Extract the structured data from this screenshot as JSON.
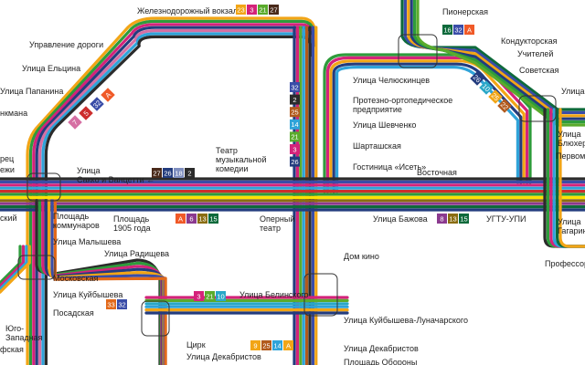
{
  "colors": {
    "line_1": "#2b2b2b",
    "line_2": "#2e9c3b",
    "line_3": "#d4237a",
    "line_5": "#f2a516",
    "line_6": "#8b3a8f",
    "line_7": "#cc2e2e",
    "line_10": "#2aa7c7",
    "line_13": "#8a6d12",
    "line_14": "#2fa3d9",
    "line_15": "#0e6a3b",
    "line_18": "#7f8fbf",
    "line_21": "#5aab2c",
    "line_22": "#1a5a8a",
    "line_25": "#b25a1c",
    "line_26": "#233c7e",
    "line_27": "#4a2a1a",
    "line_32": "#3a4da8",
    "line_33": "#e36a1b",
    "line_A": "#f05a28",
    "line_7_route": "#d66fa3",
    "line_W": "#ffe200"
  },
  "stops": [
    {
      "id": "zheleznodorozhny",
      "label": "Железнодорожный вокзал"
    },
    {
      "id": "pionerskaya",
      "label": "Пионерская"
    },
    {
      "id": "konduktorskaya",
      "label": "Кондукторская"
    },
    {
      "id": "uchiteley",
      "label": "Учителей"
    },
    {
      "id": "sovetskaya",
      "label": "Советская"
    },
    {
      "id": "upravlenie",
      "label": "Управление дороги"
    },
    {
      "id": "eltsina",
      "label": "Улица Ельцина"
    },
    {
      "id": "papanina",
      "label": "Улица Папанина"
    },
    {
      "id": "chelyuskintsev",
      "label": "Улица Челюскинцев"
    },
    {
      "id": "protezno",
      "label": "Протезно-ортопедическое предприятие"
    },
    {
      "id": "shevchenko",
      "label": "Улица Шевченко"
    },
    {
      "id": "shartashskaya",
      "label": "Шарташская"
    },
    {
      "id": "gostinitsa",
      "label": "Гостиница «Исеть»"
    },
    {
      "id": "sakko",
      "label": "Улица Сакко и Ванцетти ←"
    },
    {
      "id": "teatr",
      "label": "Театр музыкальной комедии"
    },
    {
      "id": "ploshchad_kom",
      "label": "Площадь коммунаров"
    },
    {
      "id": "ploshchad1905",
      "label": "Площадь 1905 года"
    },
    {
      "id": "operny",
      "label": "Оперный театр"
    },
    {
      "id": "bazhova",
      "label": "Улица Бажова"
    },
    {
      "id": "vostochnaya",
      "label": "Восточная"
    },
    {
      "id": "ugtu",
      "label": "УГТУ-УПИ"
    },
    {
      "id": "malysheva",
      "label": "Улица Малышева"
    },
    {
      "id": "radishcheva",
      "label": "Улица Радищева"
    },
    {
      "id": "dom_kino",
      "label": "Дом кино"
    },
    {
      "id": "moskovskaya",
      "label": "Московская"
    },
    {
      "id": "kuybysheva",
      "label": "Улица Куйбышева"
    },
    {
      "id": "posadskaya",
      "label": "Посадская"
    },
    {
      "id": "belinskogo",
      "label": "Улица Белинского"
    },
    {
      "id": "kuyb_lunach",
      "label": "Улица Куйбышева-Луначарского"
    },
    {
      "id": "tsirk",
      "label": "Цирк"
    },
    {
      "id": "dekabristov_l",
      "label": "Улица Декабристов"
    },
    {
      "id": "dekabristov_r",
      "label": "Улица Декабристов"
    },
    {
      "id": "blyukhera",
      "label": "Улица Блюхера"
    },
    {
      "id": "pervomayskaya",
      "label": "Первомайская"
    },
    {
      "id": "gagarina",
      "label": "Улица Гагарина"
    },
    {
      "id": "professorskaya",
      "label": "Профессорская"
    },
    {
      "id": "yugo_zapadnaya",
      "label": "Юго-Западная"
    },
    {
      "id": "ulitsa_edge",
      "label": "Улица"
    },
    {
      "id": "inkmana",
      "label": "нкмана"
    },
    {
      "id": "rets",
      "label": "рец"
    },
    {
      "id": "ezhi",
      "label": "ежи"
    },
    {
      "id": "skiy",
      "label": "ский"
    },
    {
      "id": "fskaya",
      "label": "фская"
    },
    {
      "id": "ploshchad_oborony",
      "label": "Площадь Обороны"
    }
  ],
  "badges": [
    {
      "id": "b_vokzal",
      "items": [
        {
          "t": "23",
          "c": "#f2a516"
        },
        {
          "t": "3",
          "c": "#d4237a"
        },
        {
          "t": "21",
          "c": "#5aab2c"
        },
        {
          "t": "27",
          "c": "#4a2a1a"
        }
      ]
    },
    {
      "id": "b_pioner",
      "items": [
        {
          "t": "16",
          "c": "#0e6a3b"
        },
        {
          "t": "32",
          "c": "#3a4da8"
        },
        {
          "t": "A",
          "c": "#f05a28"
        }
      ]
    },
    {
      "id": "b_sakko",
      "items": [
        {
          "t": "27",
          "c": "#4a2a1a"
        },
        {
          "t": "26",
          "c": "#233c7e"
        },
        {
          "t": "18",
          "c": "#7f8fbf"
        },
        {
          "t": "2",
          "c": "#2b2b2b"
        }
      ]
    },
    {
      "id": "b_1905",
      "items": [
        {
          "t": "A",
          "c": "#f05a28"
        },
        {
          "t": "6",
          "c": "#8b3a8f"
        },
        {
          "t": "13",
          "c": "#8a6d12"
        },
        {
          "t": "15",
          "c": "#0e6a3b"
        }
      ]
    },
    {
      "id": "b_bazhova",
      "items": [
        {
          "t": "8",
          "c": "#8b3a8f"
        },
        {
          "t": "13",
          "c": "#8a6d12"
        },
        {
          "t": "15",
          "c": "#0e6a3b"
        }
      ]
    },
    {
      "id": "b_belinskogo",
      "items": [
        {
          "t": "3",
          "c": "#d4237a"
        },
        {
          "t": "21",
          "c": "#5aab2c"
        },
        {
          "t": "10",
          "c": "#2aa7c7"
        }
      ]
    },
    {
      "id": "b_moskovskaya",
      "items": [
        {
          "t": "33",
          "c": "#e36a1b"
        },
        {
          "t": "32",
          "c": "#3a4da8"
        }
      ]
    },
    {
      "id": "b_dekabristov",
      "items": [
        {
          "t": "9",
          "c": "#f2a516"
        },
        {
          "t": "25",
          "c": "#b25a1c"
        },
        {
          "t": "14",
          "c": "#2fa3d9"
        },
        {
          "t": "A",
          "c": "#f2a516"
        }
      ]
    }
  ],
  "vertical_badges": [
    {
      "id": "v_chel",
      "items": [
        {
          "t": "32",
          "c": "#3a4da8"
        },
        {
          "t": "2",
          "c": "#2b2b2b"
        },
        {
          "t": "25",
          "c": "#b25a1c"
        },
        {
          "t": "14",
          "c": "#2fa3d9"
        },
        {
          "t": "21",
          "c": "#5aab2c"
        },
        {
          "t": "3",
          "c": "#d4237a"
        },
        {
          "t": "26",
          "c": "#233c7e"
        }
      ]
    }
  ],
  "diag_badges": [
    {
      "id": "d_eltsina",
      "items": [
        {
          "t": "7",
          "c": "#d66fa3"
        },
        {
          "t": "5",
          "c": "#cc2e2e"
        },
        {
          "t": "32",
          "c": "#3a4da8"
        },
        {
          "t": "A",
          "c": "#f05a28"
        }
      ]
    },
    {
      "id": "d_sovet",
      "items": [
        {
          "t": "26",
          "c": "#233c7e"
        },
        {
          "t": "10",
          "c": "#2aa7c7"
        },
        {
          "t": "25",
          "c": "#f2a516"
        },
        {
          "t": "22",
          "c": "#b25a1c"
        }
      ]
    }
  ]
}
